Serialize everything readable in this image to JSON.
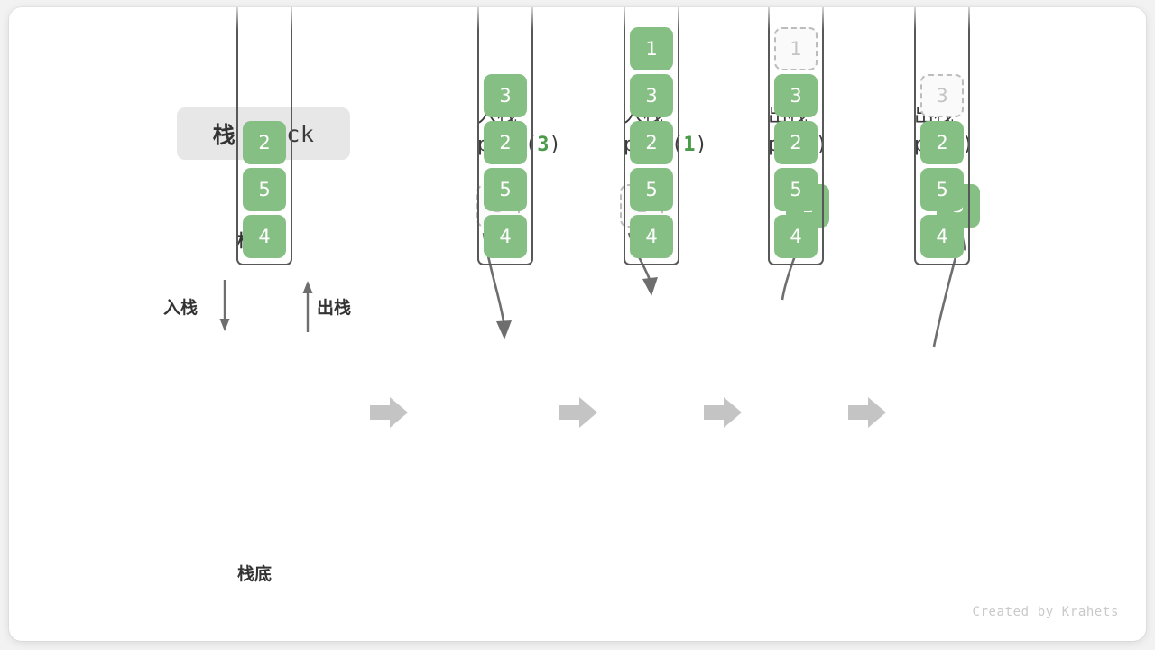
{
  "title": {
    "cjk": "栈",
    "latin": "Stack"
  },
  "labels": {
    "top": "栈顶",
    "bottom": "栈底",
    "push": "入栈",
    "pop": "出栈"
  },
  "watermark": "Created by Krahets",
  "colors": {
    "green": "#86bf83",
    "green_text": "#4a9b48",
    "ghost_border": "#bcbcbc",
    "ghost_text": "#c4c4c4",
    "wall": "#585858",
    "step_arrow": "#c4c4c4",
    "motion_arrow": "#6e6e6e",
    "badge_bg": "#e7e7e7",
    "text_dark": "#333333"
  },
  "columns": [
    {
      "id": "initial",
      "head_line1": "",
      "head_line2": "",
      "head_arg": "",
      "stack": [
        {
          "value": "2",
          "state": "solid"
        },
        {
          "value": "5",
          "state": "solid"
        },
        {
          "value": "4",
          "state": "solid"
        }
      ],
      "floating": null
    },
    {
      "id": "push-3",
      "head_line1": "入栈",
      "head_line2_prefix": "push(",
      "head_arg": "3",
      "head_line2_suffix": ")",
      "stack": [
        {
          "value": "3",
          "state": "solid"
        },
        {
          "value": "2",
          "state": "solid"
        },
        {
          "value": "5",
          "state": "solid"
        },
        {
          "value": "4",
          "state": "solid"
        }
      ],
      "floating": {
        "value": "3",
        "state": "ghost"
      },
      "motion": "down"
    },
    {
      "id": "push-1",
      "head_line1": "入栈",
      "head_line2_prefix": "push(",
      "head_arg": "1",
      "head_line2_suffix": ")",
      "stack": [
        {
          "value": "1",
          "state": "solid"
        },
        {
          "value": "3",
          "state": "solid"
        },
        {
          "value": "2",
          "state": "solid"
        },
        {
          "value": "5",
          "state": "solid"
        },
        {
          "value": "4",
          "state": "solid"
        }
      ],
      "floating": {
        "value": "1",
        "state": "ghost"
      },
      "motion": "down"
    },
    {
      "id": "pop-1",
      "head_line1": "出栈",
      "head_line2_prefix": "pop(",
      "head_arg": "",
      "head_line2_suffix": ")",
      "stack": [
        {
          "value": "1",
          "state": "ghost"
        },
        {
          "value": "3",
          "state": "solid"
        },
        {
          "value": "2",
          "state": "solid"
        },
        {
          "value": "5",
          "state": "solid"
        },
        {
          "value": "4",
          "state": "solid"
        }
      ],
      "floating": {
        "value": "1",
        "state": "solid"
      },
      "motion": "up"
    },
    {
      "id": "pop-2",
      "head_line1": "出栈",
      "head_line2_prefix": "pop(",
      "head_arg": "",
      "head_line2_suffix": ")",
      "stack": [
        {
          "value": "3",
          "state": "ghost"
        },
        {
          "value": "2",
          "state": "solid"
        },
        {
          "value": "5",
          "state": "solid"
        },
        {
          "value": "4",
          "state": "solid"
        }
      ],
      "floating": {
        "value": "3",
        "state": "solid"
      },
      "motion": "up"
    }
  ]
}
